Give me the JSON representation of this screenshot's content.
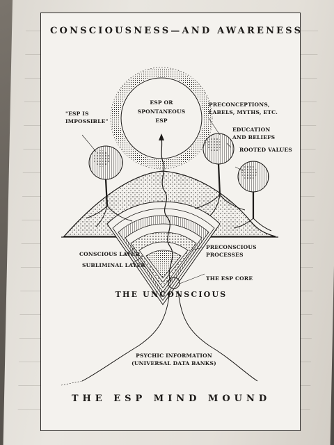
{
  "diagram": {
    "title": "CONSCIOUSNESS—AND AWARENESS",
    "footer_title": "THE ESP MIND MOUND",
    "unconscious_label": "THE UNCONSCIOUS",
    "labels": {
      "esp_sun_line1": "ESP OR",
      "esp_sun_line2": "SPONTANEOUS",
      "esp_sun_line3": "ESP",
      "esp_impossible_line1": "\"ESP IS",
      "esp_impossible_line2": "IMPOSSIBLE\"",
      "preconceptions_line1": "PRECONCEPTIONS,",
      "preconceptions_line2": "LABELS, MYTHS, ETC.",
      "education_line1": "EDUCATION",
      "education_line2": "AND BELIEFS",
      "rooted_values": "ROOTED VALUES",
      "conscious_layer": "CONSCIOUS LAYER",
      "subliminal_layer": "SUBLIMINAL LAYER",
      "preconscious_line1": "PRECONSCIOUS",
      "preconscious_line2": "PROCESSES",
      "esp_core": "THE ESP CORE",
      "psychic_line1": "PSYCHIC INFORMATION",
      "psychic_line2": "(UNIVERSAL DATA BANKS)"
    }
  },
  "colors": {
    "ink": "#1c1a18",
    "paper": "#f4f2ee",
    "page_background": "#e4e0d9"
  }
}
